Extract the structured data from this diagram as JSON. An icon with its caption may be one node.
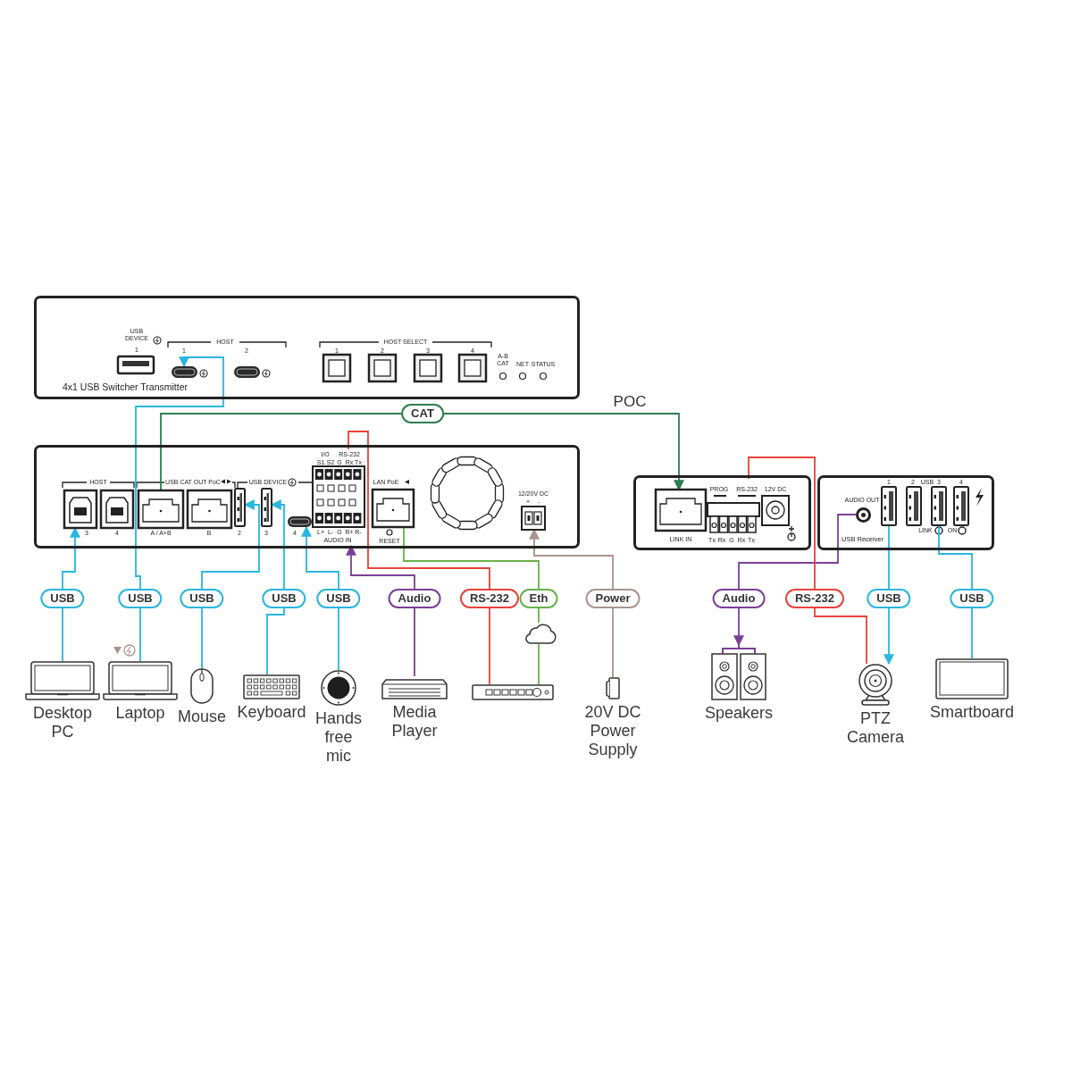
{
  "diagram": {
    "nodes": [
      {
        "text": [
          "4x1 USB Switcher Transmitter"
        ]
      },
      {
        "text": [],
        "shape": "box"
      },
      {
        "text": [],
        "shape": "box"
      },
      {
        "text": [
          "USB Receiver"
        ]
      },
      {
        "text": [],
        "shape": "box",
        "in": 0
      },
      {
        "text": [],
        "shape": "box",
        "in": 1
      },
      {
        "text": [],
        "shape": "box",
        "in": 1
      },
      {
        "text": [],
        "shape": "box",
        "in": 1
      },
      {
        "text": [],
        "shape": "box",
        "in": 1
      },
      {
        "text": [],
        "shape": "box",
        "in": 1
      },
      {
        "text": [],
        "shape": "box",
        "in": 1
      },
      {
        "text": [],
        "shape": "box",
        "in": 1
      },
      {
        "text": [],
        "shape": "box",
        "in": 1
      },
      {
        "text": [],
        "shape": "box",
        "in": 2
      },
      {
        "text": [],
        "shape": "box",
        "in": 2
      },
      {
        "text": [],
        "shape": "circle",
        "in": 3
      },
      {
        "text": [],
        "shape": "box",
        "in": 3
      },
      {
        "text": [],
        "shape": "box",
        "in": 3
      },
      {
        "text": [
          "Desktop PC"
        ]
      },
      {
        "text": [
          "Laptop"
        ]
      },
      {
        "text": [
          "Mouse"
        ]
      },
      {
        "text": [
          "Keyboard"
        ]
      },
      {
        "text": [
          "Hands free mic"
        ]
      },
      {
        "text": [
          "Media Player"
        ]
      },
      {
        "text": [],
        "shape": "picture"
      },
      {
        "text": [],
        "shape": "cloud"
      },
      {
        "text": [
          "20V DC Power Supply"
        ]
      },
      {
        "text": [
          "Speakers"
        ]
      },
      {
        "text": [
          "PTZ Camera"
        ]
      },
      {
        "text": [
          "Smartboard"
        ]
      }
    ],
    "edges": [
      {
        "from": 18,
        "to": 5,
        "arrow": "to",
        "label": "USB"
      },
      {
        "from": 19,
        "to": 4,
        "arrow": "to",
        "label": "USB"
      },
      {
        "from": 20,
        "to": 7,
        "arrow": "to",
        "label": "USB"
      },
      {
        "from": 21,
        "to": 8,
        "arrow": "to",
        "label": "USB"
      },
      {
        "from": 22,
        "to": 9,
        "arrow": "to",
        "label": "USB"
      },
      {
        "from": 23,
        "to": 10,
        "arrow": "to",
        "label": "Audio",
        "color": "#7b3f96"
      },
      {
        "from": 24,
        "to": 10,
        "arrow": "none",
        "label": "RS-232",
        "color": "#e8423a"
      },
      {
        "from": 24,
        "to": 25,
        "arrow": "none",
        "color": "#6ab04c"
      },
      {
        "from": 25,
        "to": 11,
        "arrow": "none",
        "label": "Eth",
        "color": "#6ab04c"
      },
      {
        "from": 26,
        "to": 12,
        "arrow": "to",
        "label": "Power",
        "color": "#a8948d"
      },
      {
        "from": 6,
        "to": 13,
        "arrow": "to",
        "label": "CAT",
        "color": "#2e7d4f"
      },
      {
        "from": 15,
        "to": 27,
        "arrow": "to",
        "label": "Audio",
        "color": "#7b3f96"
      },
      {
        "from": 14,
        "to": 28,
        "arrow": "none",
        "label": "RS-232",
        "color": "#e8423a"
      },
      {
        "from": 16,
        "to": 28,
        "arrow": "to",
        "label": "USB"
      },
      {
        "from": 17,
        "to": 29,
        "arrow": "none",
        "label": "USB"
      }
    ],
    "labels": [
      "USB DEVICE",
      "1",
      "HOST",
      "1",
      "2",
      "HOST SELECT",
      "1",
      "2",
      "3",
      "4",
      "A-B CAT",
      "NET",
      "STATUS",
      "HOST",
      "3",
      "4",
      "USB CAT OUT PoC",
      "A / A+B",
      "B",
      "USB DEVICE",
      "2",
      "3",
      "4",
      "I/O",
      "RS-232",
      "S1",
      "S2",
      "G",
      "Rx",
      "Tx",
      "L+",
      "L-",
      "G",
      "R+",
      "R-",
      "AUDIO IN",
      "LAN PoE",
      "RESET",
      "12/20V DC",
      "+",
      "-",
      "PROG",
      "RS-232",
      "12V DC",
      "LINK IN",
      "Tx",
      "Rx",
      "G",
      "Rx",
      "Tx",
      "AUDIO OUT",
      "1",
      "2",
      "USB",
      "3",
      "4",
      "LINK",
      "ON",
      "POC"
    ]
  }
}
